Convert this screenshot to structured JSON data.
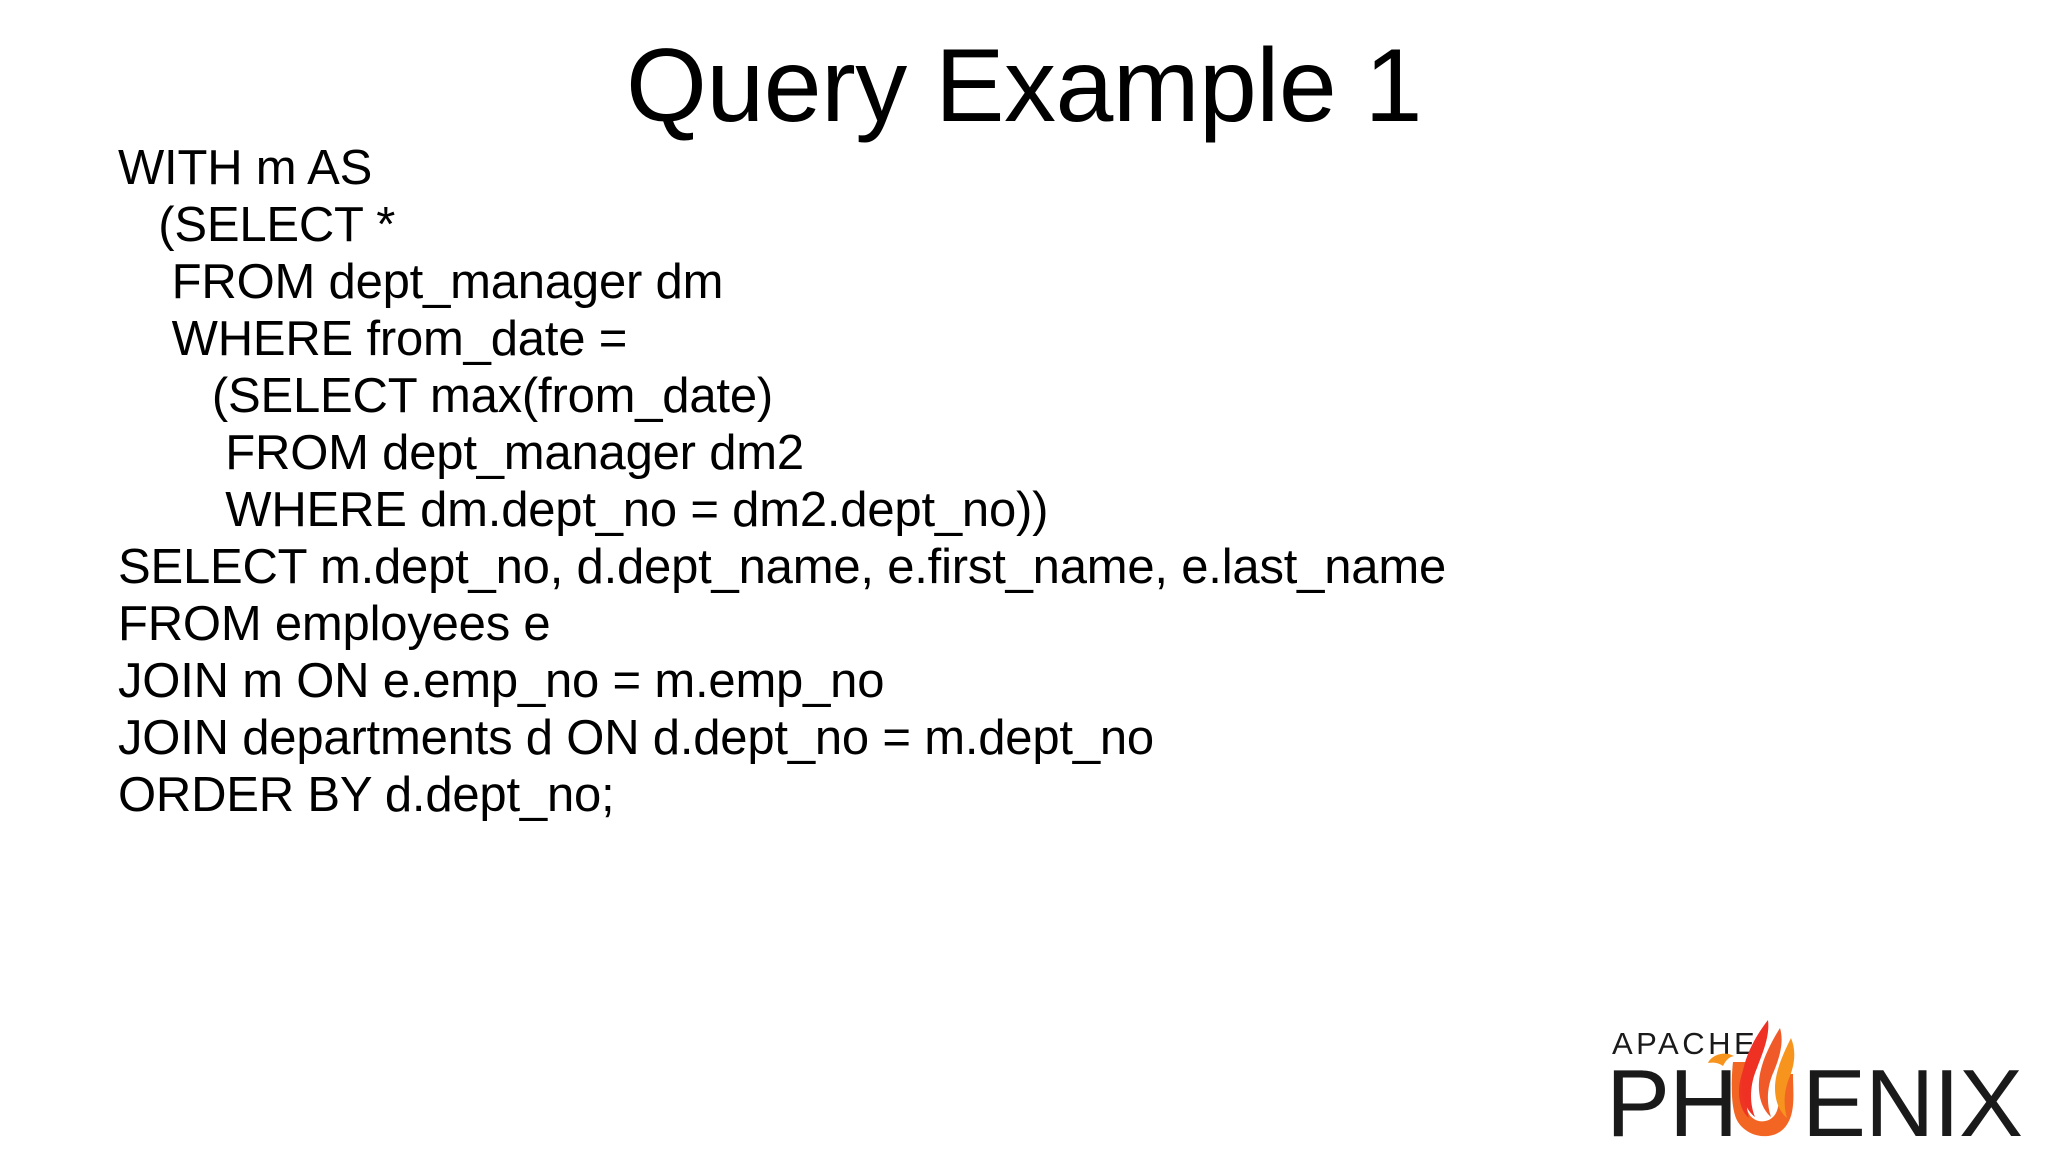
{
  "slide": {
    "title": "Query Example 1",
    "background_color": "#ffffff",
    "text_color": "#000000"
  },
  "code": {
    "language": "sql",
    "lines": [
      "WITH m AS",
      "   (SELECT *",
      "    FROM dept_manager dm",
      "    WHERE from_date =",
      "       (SELECT max(from_date)",
      "        FROM dept_manager dm2",
      "        WHERE dm.dept_no = dm2.dept_no))",
      "SELECT m.dept_no, d.dept_name, e.first_name, e.last_name",
      "FROM employees e",
      "JOIN m ON e.emp_no = m.emp_no",
      "JOIN departments d ON d.dept_no = m.dept_no",
      "ORDER BY d.dept_no;"
    ]
  },
  "logo": {
    "top_word": "APACHE",
    "main_word_left": "PH",
    "main_word_right": "ENIX",
    "flame_colors": {
      "outer": "#ee3124",
      "mid": "#f05a28",
      "inner": "#f7941e",
      "swoosh": "#f26522"
    },
    "text_color": "#1a1a1a"
  }
}
